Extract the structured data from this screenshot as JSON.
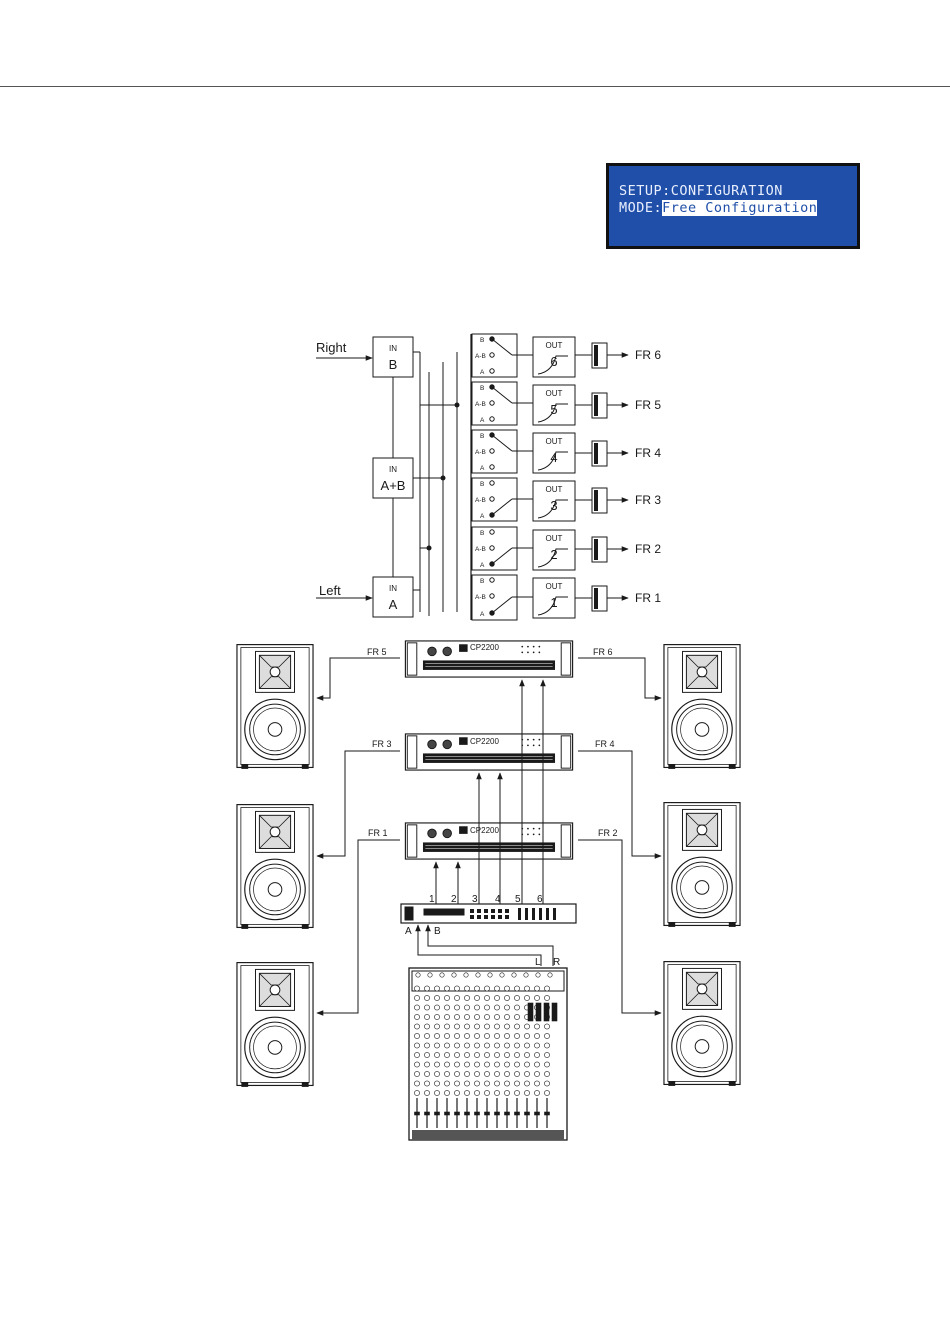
{
  "lcd": {
    "line1": "SETUP:CONFIGURATION",
    "line2_label": "MODE:",
    "line2_value": "Free Configuration"
  },
  "routing": {
    "right_label": "Right",
    "left_label": "Left",
    "in_label": "IN",
    "inputs": [
      {
        "name": "B"
      },
      {
        "name": "A+B"
      },
      {
        "name": "A"
      }
    ],
    "selector_labels": {
      "b": "B",
      "ab": "A-B",
      "a": "A"
    },
    "out_label": "OUT",
    "outputs": [
      {
        "num": "6",
        "label": "FR 6",
        "source": "B"
      },
      {
        "num": "5",
        "label": "FR 5",
        "source": "B"
      },
      {
        "num": "4",
        "label": "FR 4",
        "source": "B"
      },
      {
        "num": "3",
        "label": "FR 3",
        "source": "A"
      },
      {
        "num": "2",
        "label": "FR 2",
        "source": "A"
      },
      {
        "num": "1",
        "label": "FR 1",
        "source": "A"
      }
    ]
  },
  "system": {
    "amp_model": "CP2200",
    "speaker_labels": {
      "fr5": "FR 5",
      "fr6": "FR 6",
      "fr3": "FR 3",
      "fr4": "FR 4",
      "fr1": "FR 1",
      "fr2": "FR 2"
    },
    "processor_outputs": [
      "1",
      "2",
      "3",
      "4",
      "5",
      "6"
    ],
    "processor_inputs": [
      "A",
      "B"
    ],
    "mixer_outputs": [
      "L",
      "R"
    ]
  }
}
